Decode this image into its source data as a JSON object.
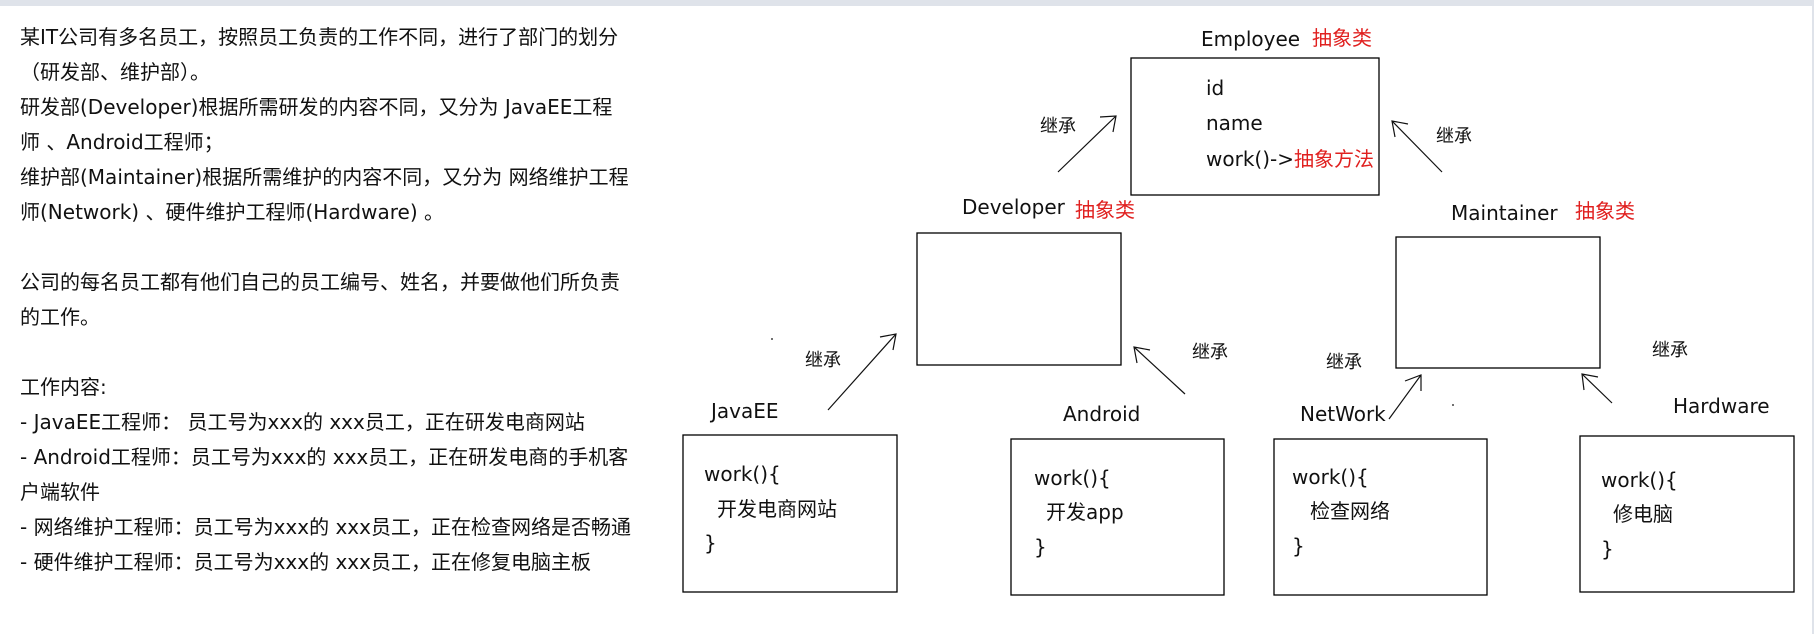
{
  "left_text": {
    "line1": "某IT公司有多名员工，按照员工负责的工作不同，进行了部门的划分",
    "line2": "（研发部、维护部）。",
    "line3": "研发部(Developer)根据所需研发的内容不同，又分为 JavaEE工程",
    "line4": "师 、Android工程师；",
    "line5": "维护部(Maintainer)根据所需维护的内容不同，又分为 网络维护工程",
    "line6": "师(Network) 、硬件维护工程师(Hardware) 。",
    "line7": "公司的每名员工都有他们自己的员工编号、姓名，并要做他们所负责",
    "line8": "的工作。",
    "line9": "工作内容:",
    "line10": "- JavaEE工程师： 员工号为xxx的 xxx员工，正在研发电商网站",
    "line11": "- Android工程师：员工号为xxx的 xxx员工，正在研发电商的手机客",
    "line12": "户端软件",
    "line13": "- 网络维护工程师：员工号为xxx的 xxx员工，正在检查网络是否畅通",
    "line14": "- 硬件维护工程师：员工号为xxx的 xxx员工，正在修复电脑主板"
  },
  "diagram": {
    "employee": {
      "title": "Employee",
      "tag": "抽象类",
      "field_id": "id",
      "field_name": "name",
      "method_prefix": "work()->",
      "method_tag": "抽象方法"
    },
    "developer": {
      "title": "Developer",
      "tag": "抽象类"
    },
    "maintainer": {
      "title": "Maintainer",
      "tag": "抽象类"
    },
    "inherit_label": "继承",
    "javaee": {
      "title": "JavaEE",
      "line1": "work(){",
      "line2": "开发电商网站",
      "line3": "}"
    },
    "android": {
      "title": "Android",
      "line1": "work(){",
      "line2": "开发app",
      "line3": "}"
    },
    "network": {
      "title": "NetWork",
      "line1": "work(){",
      "line2": "检查网络",
      "line3": "}"
    },
    "hardware": {
      "title": "Hardware",
      "line1": "work(){",
      "line2": "修电脑",
      "line3": "}"
    }
  },
  "colors": {
    "accent_red": "#e0201f",
    "line": "#000000",
    "frame": "#dfe3ea"
  }
}
